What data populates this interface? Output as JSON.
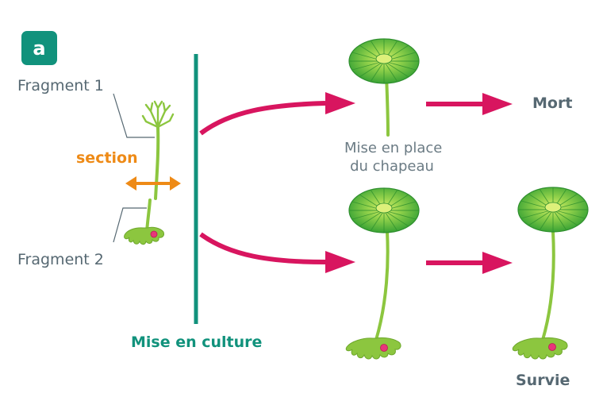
{
  "panel_letter": "a",
  "labels": {
    "fragment1": "Fragment 1",
    "fragment2": "Fragment 2",
    "section": "section",
    "culture": "Mise en culture",
    "cap_line1": "Mise en place",
    "cap_line2": "du chapeau",
    "death": "Mort",
    "survival": "Survie"
  },
  "colors": {
    "teal": "#11927c",
    "magenta": "#d8155f",
    "orange": "#ee8a16",
    "plant_green": "#8cc63f",
    "cap_green": "#3fae3a",
    "label_gray": "#566872"
  }
}
